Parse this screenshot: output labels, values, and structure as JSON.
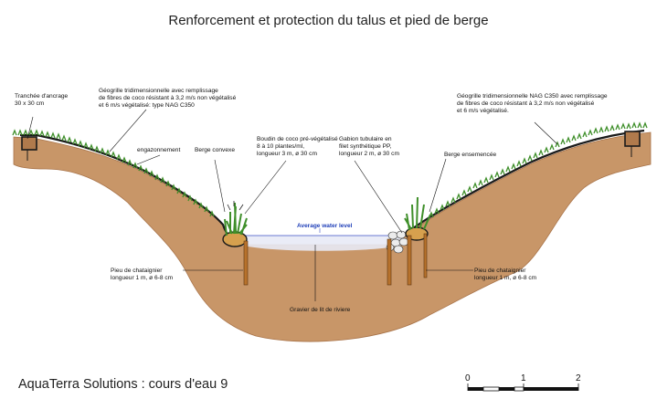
{
  "title": "Renforcement et protection du talus et pied de berge",
  "labels": {
    "tranchee": "Tranchée d'ancrage\n30 x 30 cm",
    "geogrille_left": "Géogrille tridimensionnelle avec remplissage\nde fibres de coco résistant à 3,2 m/s non végétalisé\net 6 m/s végétalisé: type NAG C350",
    "engazonnement": "engazonnement",
    "berge_convexe": "Berge convexe",
    "boudin": "Boudin de coco pré-végétalisé\n8 à 10 plantes/ml,\nlongueur 3 m, ø 30 cm",
    "gabion": "Gabion tubulaire en\nfilet synthétique PP,\nlongueur 2 m, ø 30 cm",
    "berge_ensemencee": "Berge ensemencée",
    "geogrille_right": "Géogrille tridimensionnelle NAG C350 avec remplissage\nde fibres de coco résistant à 3,2 m/s non végétalisé\net 6 m/s végétalisé.",
    "water_level": "Average water level",
    "pieu_left": "Pieu de chataignier\nlongueur 1 m, ø 6-8 cm",
    "pieu_right": "Pieu de chataignier\nlongueur 1 m, ø 6-8 cm",
    "gravier": "Gravier de lit de riviere"
  },
  "footer": "AquaTerra Solutions : cours d'eau 9",
  "scale": {
    "labels": [
      "0",
      "1",
      "2"
    ]
  },
  "colors": {
    "soil": "#c89668",
    "soil_edge": "#a9744a",
    "grass": "#3f8f2a",
    "geogrid": "#1a1a1a",
    "water": "#e8eaf6",
    "water_line": "#3b4fc4",
    "coir_roll": "#d6a04e",
    "stake": "#b7722c"
  }
}
